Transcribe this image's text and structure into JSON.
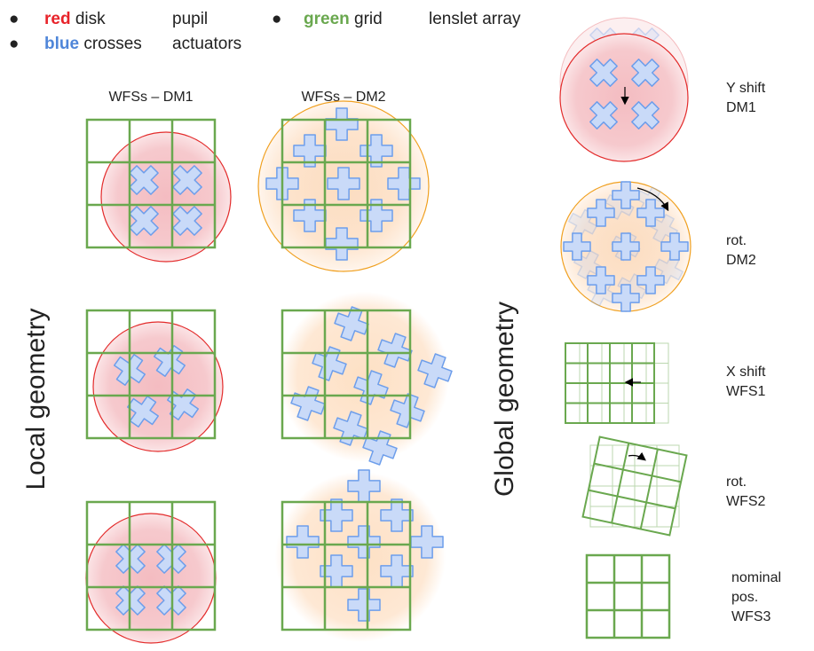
{
  "legend": {
    "row1": {
      "keyword": "red",
      "rest": " disk",
      "meaning": "pupil",
      "keyword2": "green",
      "rest2": " grid",
      "meaning2": "lenslet array"
    },
    "row2": {
      "keyword": "blue",
      "rest": " crosses",
      "meaning": "actuators"
    },
    "bullet": "●"
  },
  "columns": {
    "dm1": "WFSs – DM1",
    "dm2": "WFSs – DM2"
  },
  "side_titles": {
    "local": "Local geometry",
    "global": "Global geometry"
  },
  "global_labels": {
    "yshift": [
      "Y shift",
      "DM1"
    ],
    "rot_dm2": [
      "rot.",
      "DM2"
    ],
    "xshift": [
      "X shift",
      "WFS1"
    ],
    "rot_wfs2": [
      "rot.",
      "WFS2"
    ],
    "nominal": [
      "nominal",
      "pos.",
      "WFS3"
    ]
  },
  "colors": {
    "red_text": "#e8232a",
    "blue_text": "#4f86d9",
    "green_text": "#6aa84f",
    "grid": "#6aa84f",
    "pupil_red_fill": "#f4c2c6",
    "pupil_red_stroke": "#e32b2b",
    "pupil_orange_fill": "#fce1c6",
    "pupil_orange_stroke": "#f0a020",
    "actuator_fill": "#c9daf8",
    "actuator_stroke": "#6d9eeb"
  }
}
